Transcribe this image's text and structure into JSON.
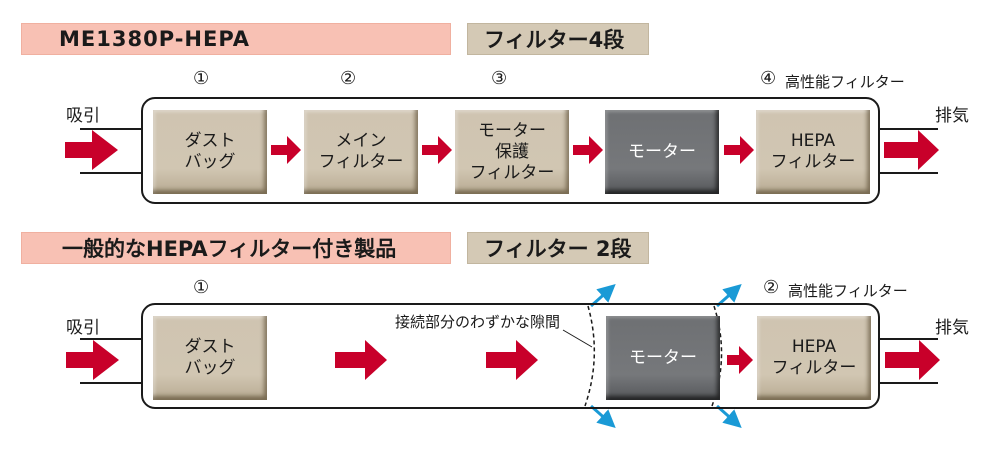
{
  "colors": {
    "arrow_red": "#c8002a",
    "leak_blue": "#1a9ad6",
    "pink_band": "#f8c1b4",
    "tan_band": "#d4c9b5",
    "tan_box": "#cfc4b1",
    "motor_box": "#707275"
  },
  "top": {
    "title": "ME1380P-HEPA",
    "badge": "フィルター4段",
    "intake_label": "吸引",
    "exhaust_label": "排気",
    "numbers": [
      "①",
      "②",
      "③",
      "④"
    ],
    "hepa_note": "高性能フィルター",
    "boxes": [
      {
        "label": "ダスト\nバッグ",
        "type": "filter"
      },
      {
        "label": "メイン\nフィルター",
        "type": "filter"
      },
      {
        "label": "モーター\n保護\nフィルター",
        "type": "filter"
      },
      {
        "label": "モーター",
        "type": "motor"
      },
      {
        "label": "HEPA\nフィルター",
        "type": "filter"
      }
    ]
  },
  "bottom": {
    "title": "一般的なHEPAフィルター付き製品",
    "badge": "フィルター 2段",
    "intake_label": "吸引",
    "exhaust_label": "排気",
    "numbers": [
      "①",
      "②"
    ],
    "hepa_note": "高性能フィルター",
    "gap_note": "接続部分のわずかな隙間",
    "boxes": [
      {
        "label": "ダスト\nバッグ",
        "type": "filter"
      },
      {
        "label": "モーター",
        "type": "motor"
      },
      {
        "label": "HEPA\nフィルター",
        "type": "filter"
      }
    ]
  }
}
